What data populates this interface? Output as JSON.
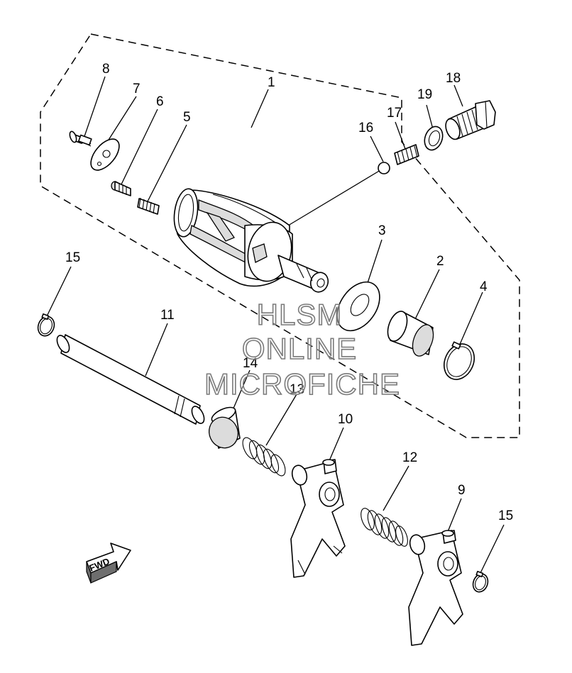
{
  "callouts": {
    "c1": "1",
    "c2": "2",
    "c3": "3",
    "c4": "4",
    "c5": "5",
    "c6": "6",
    "c7": "7",
    "c8": "8",
    "c9": "9",
    "c10": "10",
    "c11": "11",
    "c12": "12",
    "c13": "13",
    "c14": "14",
    "c15a": "15",
    "c15b": "15",
    "c16": "16",
    "c17": "17",
    "c18": "18",
    "c19": "19"
  },
  "watermark": {
    "line1": "HLSM",
    "line2": "ONLINE",
    "line3": "MICROFICHE"
  },
  "fwd_label": "FWD",
  "colors": {
    "line": "#000000",
    "background": "#ffffff",
    "watermark_outline": "#7a7a7a"
  }
}
